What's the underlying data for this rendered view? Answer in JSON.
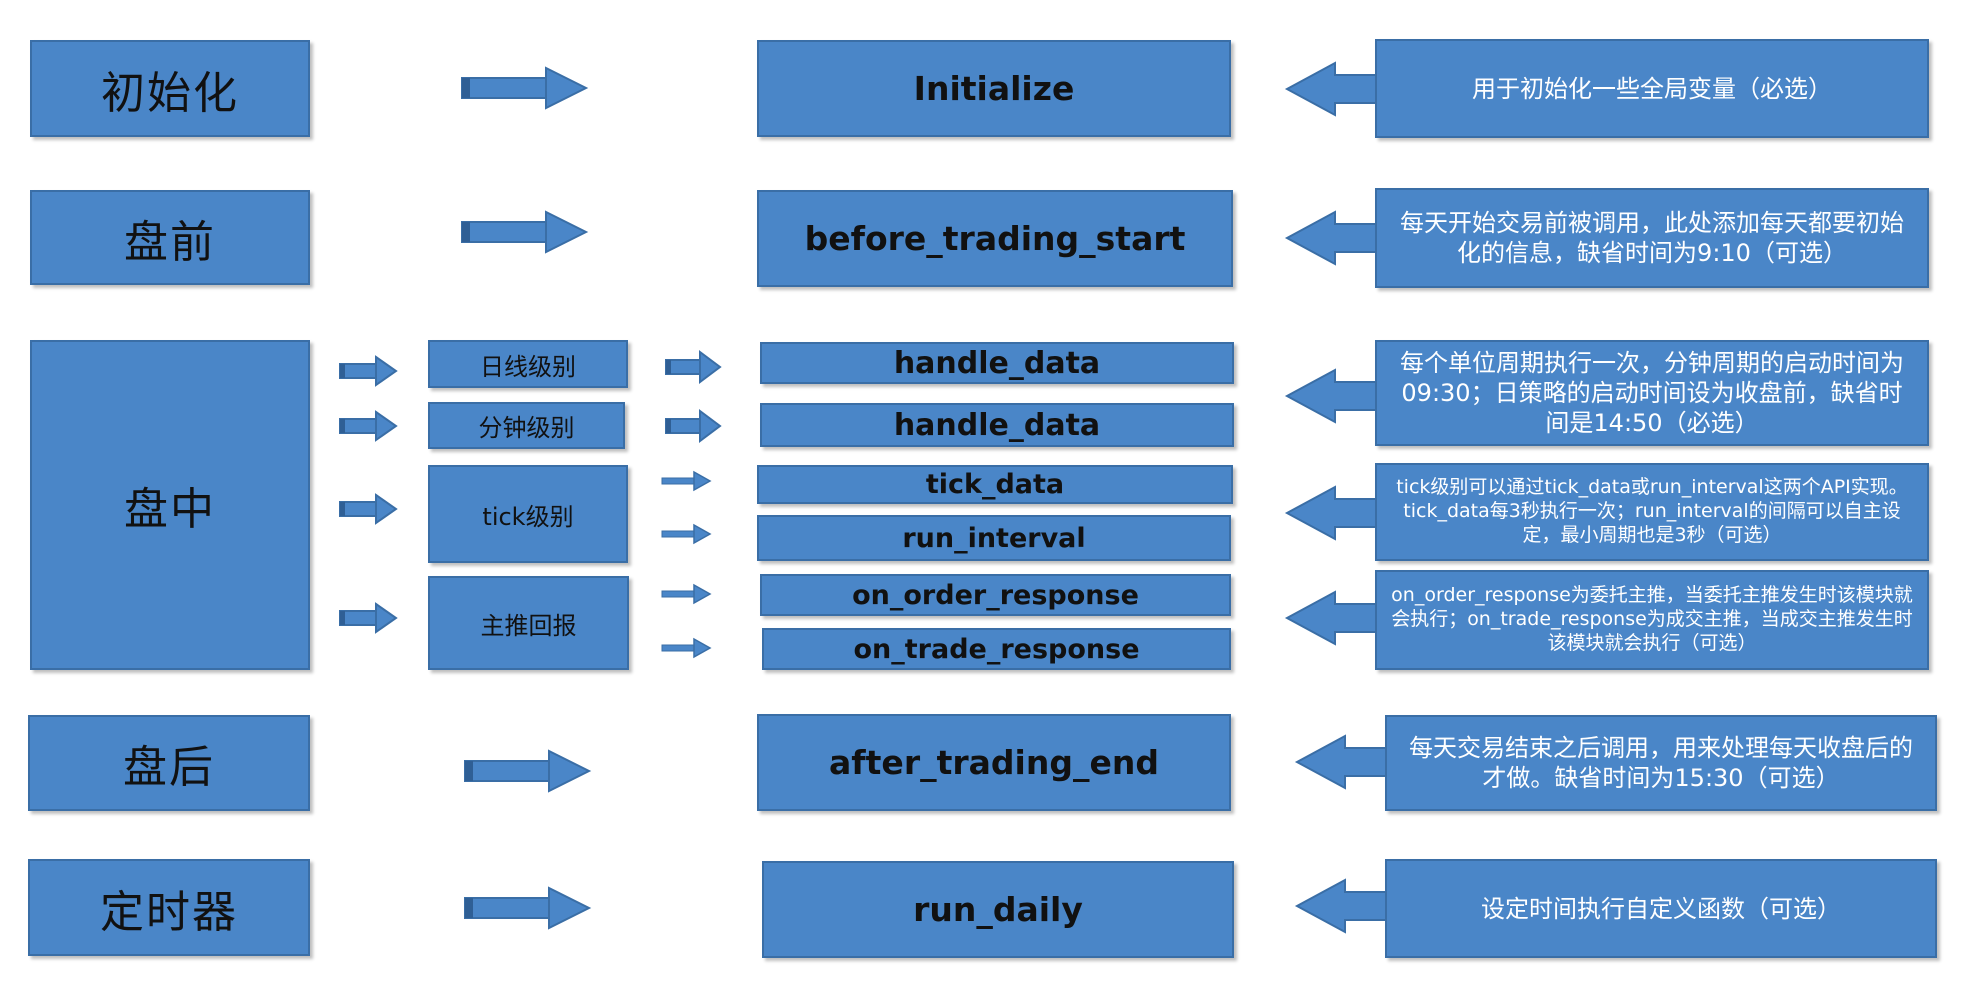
{
  "colors": {
    "box_fill": "#4a86c8",
    "box_border": "#3a6ea6",
    "note_text": "#ffffff",
    "label_text": "#111111"
  },
  "rows": {
    "init": {
      "stage": "初始化",
      "func": "Initialize",
      "note": "用于初始化一些全局变量（必选）"
    },
    "pre": {
      "stage": "盘前",
      "func": "before_trading_start",
      "note": "每天开始交易前被调用，此处添加每天都要初始化的信息，缺省时间为9:10（可选）"
    },
    "intra": {
      "stage": "盘中",
      "levels": {
        "daily": "日线级别",
        "minute": "分钟级别",
        "tick": "tick级别",
        "push": "主推回报"
      },
      "funcs": {
        "handle_data_daily": "handle_data",
        "handle_data_minute": "handle_data",
        "tick_data": "tick_data",
        "run_interval": "run_interval",
        "on_order_response": "on_order_response",
        "on_trade_response": "on_trade_response"
      },
      "notes": {
        "handle": "每个单位周期执行一次，分钟周期的启动时间为09:30；日策略的启动时间设为收盘前，缺省时间是14:50（必选）",
        "tick": "tick级别可以通过tick_data或run_interval这两个API实现。tick_data每3秒执行一次；run_interval的间隔可以自主设定，最小周期也是3秒（可选）",
        "push": "on_order_response为委托主推，当委托主推发生时该模块就会执行；on_trade_response为成交主推，当成交主推发生时该模块就会执行（可选）"
      }
    },
    "post": {
      "stage": "盘后",
      "func": "after_trading_end",
      "note": "每天交易结束之后调用，用来处理每天收盘后的才做。缺省时间为15:30（可选）"
    },
    "timer": {
      "stage": "定时器",
      "func": "run_daily",
      "note": "设定时间执行自定义函数（可选）"
    }
  }
}
